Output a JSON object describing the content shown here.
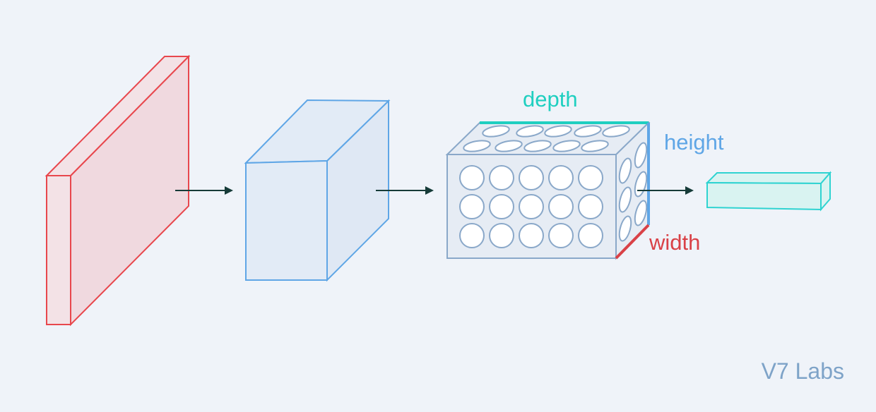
{
  "labels": {
    "depth": "depth",
    "height": "height",
    "width": "width"
  },
  "watermark": "V7 Labs",
  "colors": {
    "background": "#eff3f9",
    "input_stroke": "#e8474d",
    "input_fill": "#f3e2e6",
    "hidden_stroke": "#5fa6e6",
    "hidden_fill": "#e2ebf6",
    "feature_stroke": "#8aa8c9",
    "feature_fill": "#e6ecf4",
    "neuron_fill": "#ffffff",
    "depth_color": "#1fcfc0",
    "height_color": "#5fa6e6",
    "width_color": "#d94147",
    "output_stroke": "#2fd3d1",
    "output_fill": "#d9f3f1",
    "arrow_color": "#163b38",
    "watermark_color": "#7ea3c8"
  },
  "icons": [
    "arrow-right-icon"
  ]
}
